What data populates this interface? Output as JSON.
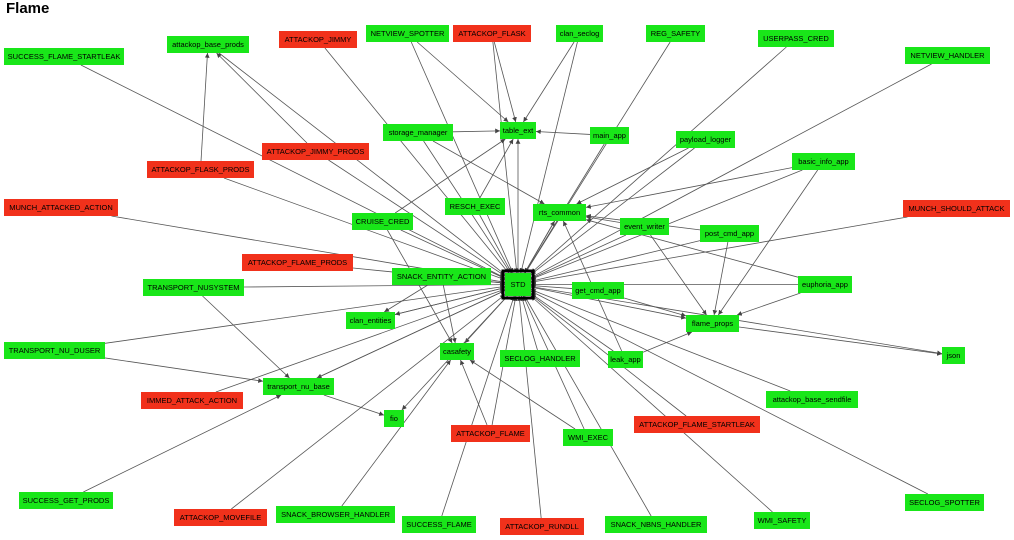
{
  "title": "Flame",
  "colors": {
    "green": "#19e619",
    "red": "#f1311b",
    "hub": "#000000",
    "edge": "#555555"
  },
  "nodes": [
    {
      "id": "success_flame_startleak",
      "label": "SUCCESS_FLAME_STARTLEAK",
      "color": "green"
    },
    {
      "id": "attackop_base_prods",
      "label": "attackop_base_prods",
      "color": "green"
    },
    {
      "id": "attackop_jimmy",
      "label": "ATTACKOP_JIMMY",
      "color": "red"
    },
    {
      "id": "netview_spotter",
      "label": "NETVIEW_SPOTTER",
      "color": "green"
    },
    {
      "id": "attackop_flask",
      "label": "ATTACKOP_FLASK",
      "color": "red"
    },
    {
      "id": "clan_seclog",
      "label": "clan_seclog",
      "color": "green"
    },
    {
      "id": "reg_safety",
      "label": "REG_SAFETY",
      "color": "green"
    },
    {
      "id": "userpass_cred",
      "label": "USERPASS_CRED",
      "color": "green"
    },
    {
      "id": "netview_handler",
      "label": "NETVIEW_HANDLER",
      "color": "green"
    },
    {
      "id": "storage_manager",
      "label": "storage_manager",
      "color": "green"
    },
    {
      "id": "table_ext",
      "label": "table_ext",
      "color": "green"
    },
    {
      "id": "main_app",
      "label": "main_app",
      "color": "green"
    },
    {
      "id": "payload_logger",
      "label": "payload_logger",
      "color": "green"
    },
    {
      "id": "attackop_jimmy_prods",
      "label": "ATTACKOP_JIMMY_PRODS",
      "color": "red"
    },
    {
      "id": "attackop_flask_prods",
      "label": "ATTACKOP_FLASK_PRODS",
      "color": "red"
    },
    {
      "id": "basic_info_app",
      "label": "basic_info_app",
      "color": "green"
    },
    {
      "id": "munch_attacked_action",
      "label": "MUNCH_ATTACKED_ACTION",
      "color": "red"
    },
    {
      "id": "resch_exec",
      "label": "RESCH_EXEC",
      "color": "green"
    },
    {
      "id": "rts_common",
      "label": "rts_common",
      "color": "green"
    },
    {
      "id": "munch_should_attack",
      "label": "MUNCH_SHOULD_ATTACK",
      "color": "red"
    },
    {
      "id": "cruise_cred",
      "label": "CRUISE_CRED",
      "color": "green"
    },
    {
      "id": "event_writer",
      "label": "event_writer",
      "color": "green"
    },
    {
      "id": "post_cmd_app",
      "label": "post_cmd_app",
      "color": "green"
    },
    {
      "id": "attackop_flame_prods",
      "label": "ATTACKOP_FLAME_PRODS",
      "color": "red"
    },
    {
      "id": "snack_entity_action",
      "label": "SNACK_ENTITY_ACTION",
      "color": "green"
    },
    {
      "id": "std",
      "label": "STD",
      "color": "green"
    },
    {
      "id": "euphoria_app",
      "label": "euphoria_app",
      "color": "green"
    },
    {
      "id": "transport_nusystem",
      "label": "TRANSPORT_NUSYSTEM",
      "color": "green"
    },
    {
      "id": "get_cmd_app",
      "label": "get_cmd_app",
      "color": "green"
    },
    {
      "id": "clan_entities",
      "label": "clan_entities",
      "color": "green"
    },
    {
      "id": "flame_props",
      "label": "flame_props",
      "color": "green"
    },
    {
      "id": "transport_nu_duser",
      "label": "TRANSPORT_NU_DUSER",
      "color": "green"
    },
    {
      "id": "casafety",
      "label": "casafety",
      "color": "green"
    },
    {
      "id": "seclog_handler",
      "label": "SECLOG_HANDLER",
      "color": "green"
    },
    {
      "id": "leak_app",
      "label": "leak_app",
      "color": "green"
    },
    {
      "id": "json",
      "label": "json",
      "color": "green"
    },
    {
      "id": "transport_nu_base",
      "label": "transport_nu_base",
      "color": "green"
    },
    {
      "id": "immed_attack_action",
      "label": "IMMED_ATTACK_ACTION",
      "color": "red"
    },
    {
      "id": "attackop_base_sendfile",
      "label": "attackop_base_sendfile",
      "color": "green"
    },
    {
      "id": "fio",
      "label": "fio",
      "color": "green"
    },
    {
      "id": "attackop_flame_startleak",
      "label": "ATTACKOP_FLAME_STARTLEAK",
      "color": "red"
    },
    {
      "id": "attackop_flame",
      "label": "ATTACKOP_FLAME",
      "color": "red"
    },
    {
      "id": "wmi_exec",
      "label": "WMI_EXEC",
      "color": "green"
    },
    {
      "id": "success_get_prods",
      "label": "SUCCESS_GET_PRODS",
      "color": "green"
    },
    {
      "id": "seclog_spotter",
      "label": "SECLOG_SPOTTER",
      "color": "green"
    },
    {
      "id": "attackop_movefile",
      "label": "ATTACKOP_MOVEFILE",
      "color": "red"
    },
    {
      "id": "snack_browser_handler",
      "label": "SNACK_BROWSER_HANDLER",
      "color": "green"
    },
    {
      "id": "success_flame",
      "label": "SUCCESS_FLAME",
      "color": "green"
    },
    {
      "id": "attackop_rundll",
      "label": "ATTACKOP_RUNDLL",
      "color": "red"
    },
    {
      "id": "snack_nbns_handler",
      "label": "SNACK_NBNS_HANDLER",
      "color": "green"
    },
    {
      "id": "wmi_safety",
      "label": "WMI_SAFETY",
      "color": "green"
    }
  ],
  "edges": [
    [
      "success_flame_startleak",
      "std"
    ],
    [
      "attackop_base_prods",
      "std"
    ],
    [
      "attackop_jimmy",
      "std"
    ],
    [
      "netview_spotter",
      "std"
    ],
    [
      "netview_spotter",
      "table_ext"
    ],
    [
      "attackop_flask",
      "std"
    ],
    [
      "attackop_flask",
      "table_ext"
    ],
    [
      "clan_seclog",
      "table_ext"
    ],
    [
      "clan_seclog",
      "std"
    ],
    [
      "reg_safety",
      "std"
    ],
    [
      "userpass_cred",
      "std"
    ],
    [
      "netview_handler",
      "std"
    ],
    [
      "storage_manager",
      "table_ext"
    ],
    [
      "storage_manager",
      "std"
    ],
    [
      "storage_manager",
      "rts_common"
    ],
    [
      "main_app",
      "table_ext"
    ],
    [
      "main_app",
      "std"
    ],
    [
      "payload_logger",
      "std"
    ],
    [
      "payload_logger",
      "rts_common"
    ],
    [
      "attackop_jimmy_prods",
      "attackop_base_prods"
    ],
    [
      "attackop_jimmy_prods",
      "std"
    ],
    [
      "attackop_flask_prods",
      "attackop_base_prods"
    ],
    [
      "attackop_flask_prods",
      "std"
    ],
    [
      "basic_info_app",
      "std"
    ],
    [
      "basic_info_app",
      "rts_common"
    ],
    [
      "basic_info_app",
      "flame_props"
    ],
    [
      "munch_attacked_action",
      "std"
    ],
    [
      "resch_exec",
      "std"
    ],
    [
      "resch_exec",
      "table_ext"
    ],
    [
      "rts_common",
      "std"
    ],
    [
      "munch_should_attack",
      "std"
    ],
    [
      "cruise_cred",
      "std"
    ],
    [
      "cruise_cred",
      "table_ext"
    ],
    [
      "cruise_cred",
      "casafety"
    ],
    [
      "event_writer",
      "rts_common"
    ],
    [
      "event_writer",
      "std"
    ],
    [
      "event_writer",
      "flame_props"
    ],
    [
      "post_cmd_app",
      "std"
    ],
    [
      "post_cmd_app",
      "rts_common"
    ],
    [
      "post_cmd_app",
      "flame_props"
    ],
    [
      "attackop_flame_prods",
      "std"
    ],
    [
      "snack_entity_action",
      "std"
    ],
    [
      "snack_entity_action",
      "clan_entities"
    ],
    [
      "snack_entity_action",
      "casafety"
    ],
    [
      "euphoria_app",
      "std"
    ],
    [
      "euphoria_app",
      "rts_common"
    ],
    [
      "euphoria_app",
      "flame_props"
    ],
    [
      "transport_nusystem",
      "std"
    ],
    [
      "transport_nusystem",
      "transport_nu_base"
    ],
    [
      "get_cmd_app",
      "std"
    ],
    [
      "get_cmd_app",
      "flame_props"
    ],
    [
      "clan_entities",
      "std"
    ],
    [
      "flame_props",
      "json"
    ],
    [
      "std",
      "table_ext"
    ],
    [
      "std",
      "rts_common"
    ],
    [
      "std",
      "casafety"
    ],
    [
      "std",
      "flame_props"
    ],
    [
      "std",
      "clan_entities"
    ],
    [
      "std",
      "json"
    ],
    [
      "std",
      "fio"
    ],
    [
      "std",
      "transport_nu_base"
    ],
    [
      "transport_nu_duser",
      "std"
    ],
    [
      "transport_nu_duser",
      "transport_nu_base"
    ],
    [
      "seclog_handler",
      "std"
    ],
    [
      "leak_app",
      "std"
    ],
    [
      "leak_app",
      "flame_props"
    ],
    [
      "leak_app",
      "rts_common"
    ],
    [
      "transport_nu_base",
      "fio"
    ],
    [
      "transport_nu_base",
      "std"
    ],
    [
      "immed_attack_action",
      "std"
    ],
    [
      "attackop_base_sendfile",
      "std"
    ],
    [
      "attackop_flame_startleak",
      "std"
    ],
    [
      "attackop_flame",
      "std"
    ],
    [
      "attackop_flame",
      "casafety"
    ],
    [
      "wmi_exec",
      "std"
    ],
    [
      "wmi_exec",
      "casafety"
    ],
    [
      "success_get_prods",
      "transport_nu_base"
    ],
    [
      "seclog_spotter",
      "std"
    ],
    [
      "attackop_movefile",
      "std"
    ],
    [
      "snack_browser_handler",
      "casafety"
    ],
    [
      "success_flame",
      "std"
    ],
    [
      "attackop_rundll",
      "std"
    ],
    [
      "snack_nbns_handler",
      "std"
    ],
    [
      "wmi_safety",
      "std"
    ]
  ]
}
